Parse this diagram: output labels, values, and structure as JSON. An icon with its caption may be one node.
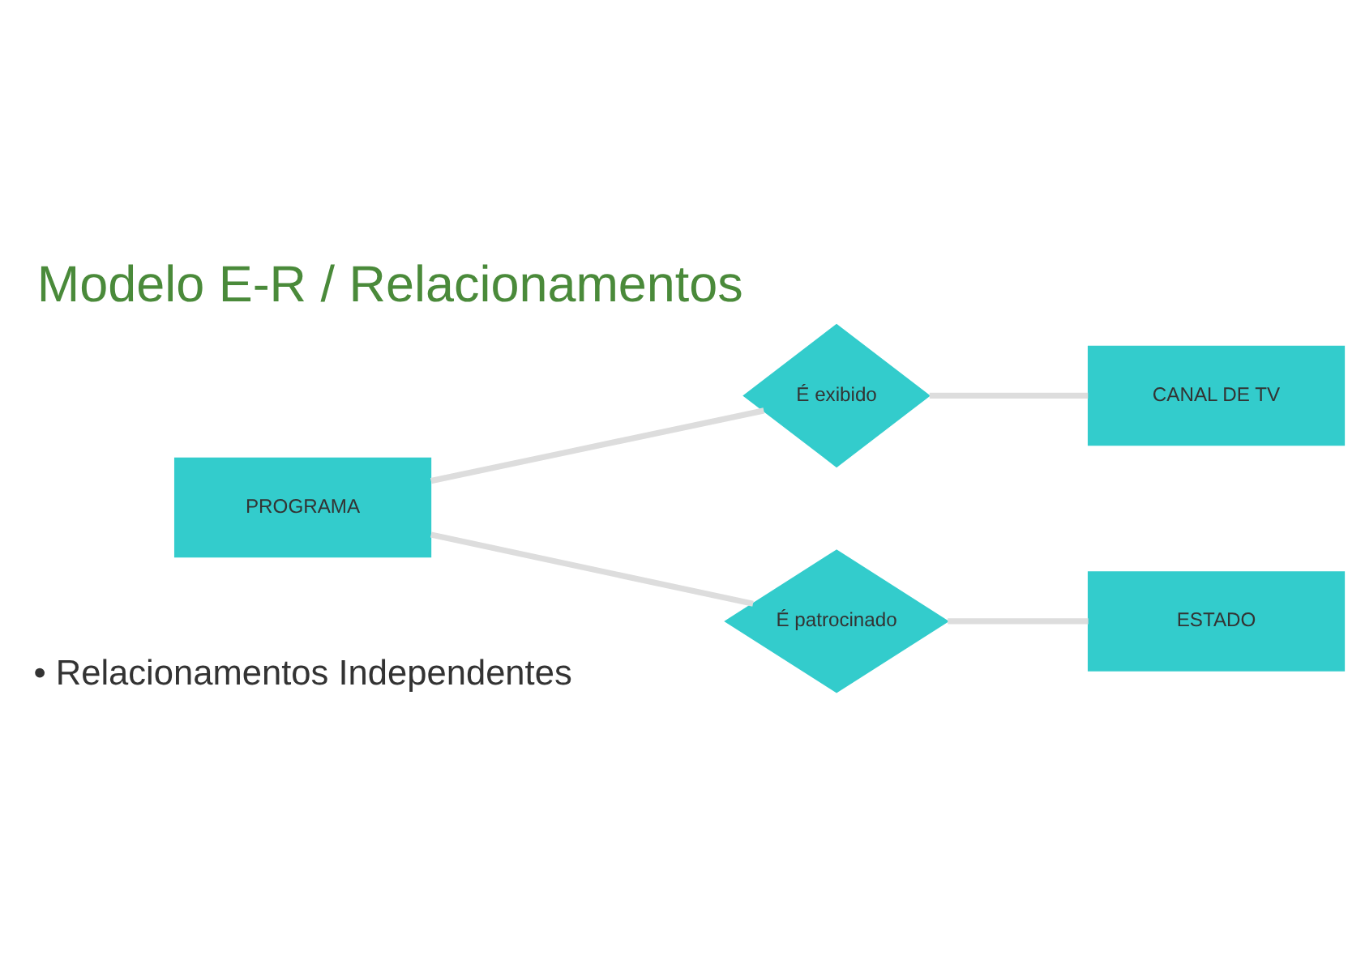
{
  "diagram": {
    "title": "Modelo E-R / Relacionamentos",
    "nodes": [
      {
        "text": [
          "PROGRAMA"
        ]
      },
      {
        "text": [
          "É exibido"
        ]
      },
      {
        "text": [
          "CANAL DE TV"
        ]
      },
      {
        "text": [
          "É patrocinado"
        ]
      },
      {
        "text": [
          "ESTADO"
        ]
      }
    ],
    "edges": [
      {
        "from": 0,
        "to": 1,
        "arrow": "none"
      },
      {
        "from": 1,
        "to": 2,
        "arrow": "none"
      },
      {
        "from": 0,
        "to": 3,
        "arrow": "none"
      },
      {
        "from": 3,
        "to": 4,
        "arrow": "none"
      }
    ],
    "labels": [
      "• Relacionamentos Independentes"
    ]
  }
}
